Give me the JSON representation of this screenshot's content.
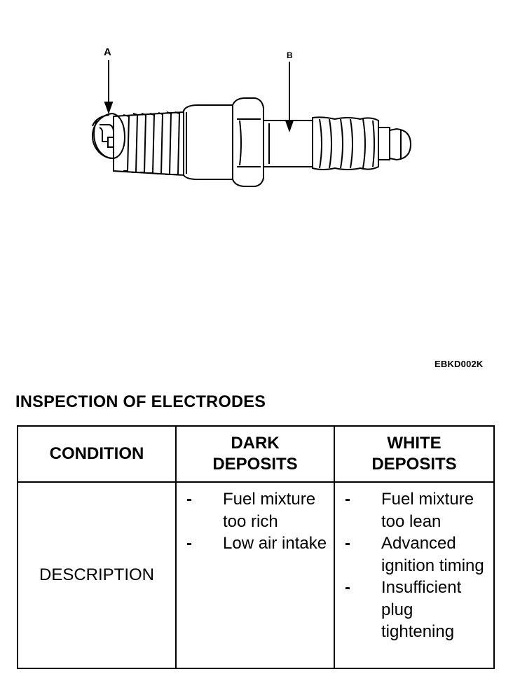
{
  "figure": {
    "callouts": {
      "a": "A",
      "b": "B"
    },
    "figure_code": "EBKD002K"
  },
  "section_title": "INSPECTION OF ELECTRODES",
  "table": {
    "headers": [
      "CONDITION",
      "DARK DEPOSITS",
      "WHITE DEPOSITS"
    ],
    "row_label": "DESCRIPTION",
    "dark_items": [
      "Fuel mixture too rich",
      "Low air intake"
    ],
    "white_items": [
      "Fuel mixture too lean",
      "Advanced ignition timing",
      "Insufficient plug tightening"
    ]
  }
}
